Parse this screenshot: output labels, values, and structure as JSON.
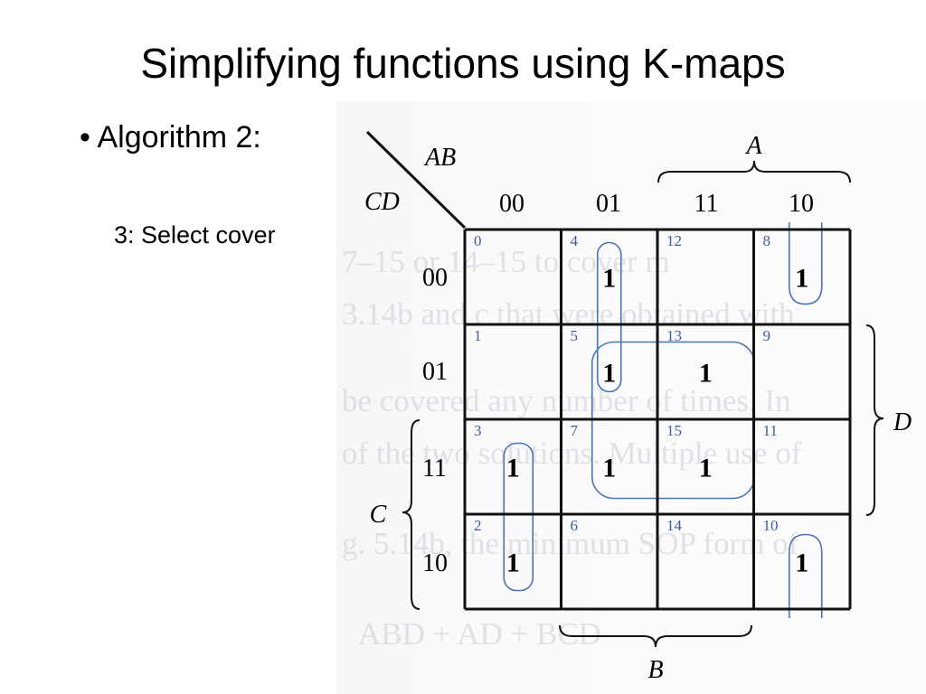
{
  "slide": {
    "title": "Simplifying functions using K-maps",
    "bullet": "• Algorithm 2:",
    "subpoint": "3: Select cover"
  },
  "kmap": {
    "row_var": "CD",
    "col_var": "AB",
    "col_headers": [
      "00",
      "01",
      "11",
      "10"
    ],
    "row_headers": [
      "00",
      "01",
      "11",
      "10"
    ],
    "cells": [
      [
        {
          "index": "0",
          "value": ""
        },
        {
          "index": "4",
          "value": "1"
        },
        {
          "index": "12",
          "value": ""
        },
        {
          "index": "8",
          "value": "1"
        }
      ],
      [
        {
          "index": "1",
          "value": ""
        },
        {
          "index": "5",
          "value": "1"
        },
        {
          "index": "13",
          "value": "1"
        },
        {
          "index": "9",
          "value": ""
        }
      ],
      [
        {
          "index": "3",
          "value": "1"
        },
        {
          "index": "7",
          "value": "1"
        },
        {
          "index": "15",
          "value": "1"
        },
        {
          "index": "11",
          "value": ""
        }
      ],
      [
        {
          "index": "2",
          "value": "1"
        },
        {
          "index": "6",
          "value": ""
        },
        {
          "index": "14",
          "value": ""
        },
        {
          "index": "10",
          "value": "1"
        }
      ]
    ],
    "brace_labels": {
      "A": "A",
      "B": "B",
      "C": "C",
      "D": "D"
    },
    "colors": {
      "grid": "#111111",
      "index": "#3a5fa0",
      "loop": "#4a74b4"
    }
  },
  "background_text": [
    "7–15 or 14–15 to cover m",
    "3.14b and c that were obtained with",
    "be covered any number of times. In",
    "of the two solutions. Multiple use of",
    "g. 5.14b, the minimum SOP form of",
    "ABD + AD + BCD"
  ]
}
